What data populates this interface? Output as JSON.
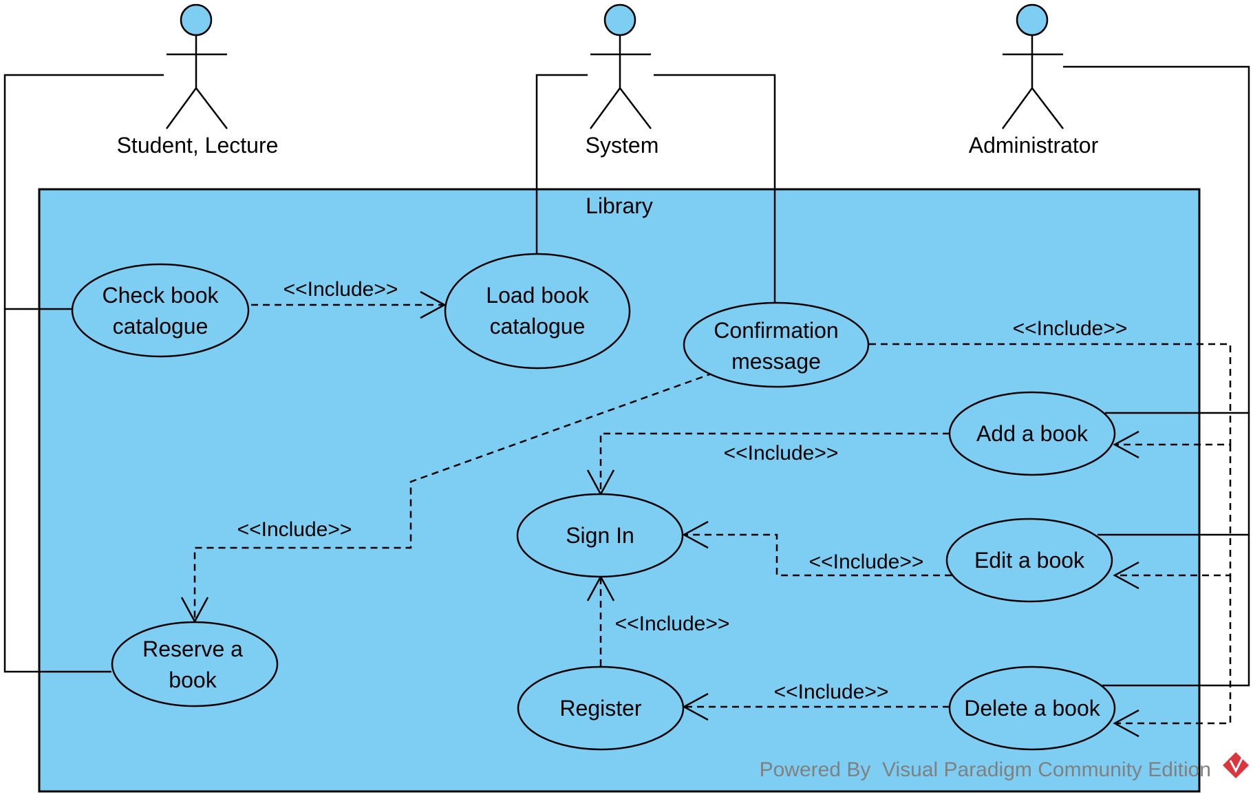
{
  "diagram": {
    "system_name": "Library",
    "actors": [
      {
        "id": "student",
        "name": "Student, Lecture"
      },
      {
        "id": "system",
        "name": "System"
      },
      {
        "id": "admin",
        "name": "Administrator"
      }
    ],
    "use_cases": [
      {
        "id": "check",
        "lines": [
          "Check book",
          "catalogue"
        ]
      },
      {
        "id": "load",
        "lines": [
          "Load book",
          "catalogue"
        ]
      },
      {
        "id": "confirm",
        "lines": [
          "Confirmation",
          "message"
        ]
      },
      {
        "id": "add",
        "lines": [
          "Add a book"
        ]
      },
      {
        "id": "signin",
        "lines": [
          "Sign In"
        ]
      },
      {
        "id": "edit",
        "lines": [
          "Edit a book"
        ]
      },
      {
        "id": "reserve",
        "lines": [
          "Reserve a",
          "book"
        ]
      },
      {
        "id": "register",
        "lines": [
          "Register"
        ]
      },
      {
        "id": "delete",
        "lines": [
          "Delete a book"
        ]
      }
    ],
    "associations": [
      {
        "actor": "student",
        "use_case": "check"
      },
      {
        "actor": "student",
        "use_case": "reserve"
      },
      {
        "actor": "system",
        "use_case": "load"
      },
      {
        "actor": "system",
        "use_case": "confirm"
      },
      {
        "actor": "admin",
        "use_case": "add"
      },
      {
        "actor": "admin",
        "use_case": "edit"
      },
      {
        "actor": "admin",
        "use_case": "delete"
      }
    ],
    "include_label": "<<Include>>",
    "includes": [
      {
        "from": "check",
        "to": "load"
      },
      {
        "from": "confirm",
        "to": "reserve"
      },
      {
        "from": "add",
        "to": "signin"
      },
      {
        "from": "edit",
        "to": "signin"
      },
      {
        "from": "register",
        "to": "signin"
      },
      {
        "from": "delete",
        "to": "register"
      },
      {
        "from": "confirm",
        "to": "add"
      },
      {
        "from": "confirm",
        "to": "edit"
      },
      {
        "from": "confirm",
        "to": "delete"
      }
    ],
    "colors": {
      "system_fill": "#7ecef4",
      "actor_head": "#7ecef4",
      "use_case_fill": "#7ecef4",
      "stroke": "#000000",
      "watermark_text": "#808080",
      "watermark_logo": "#d9363e"
    },
    "watermark": "Powered By  Visual Paradigm Community Edition"
  }
}
